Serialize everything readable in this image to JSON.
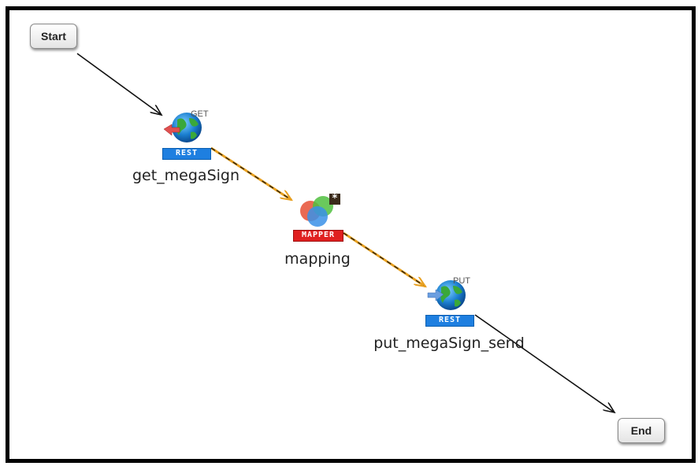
{
  "diagram": {
    "start": {
      "label": "Start"
    },
    "end": {
      "label": "End"
    },
    "nodes": [
      {
        "id": "get_megaSign",
        "label": "get_megaSign",
        "type_badge": "REST",
        "method": "GET",
        "icon": "globe-icon",
        "badge_color": "#1e7fe0"
      },
      {
        "id": "mapping",
        "label": "mapping",
        "type_badge": "MAPPER",
        "method": "*",
        "icon": "mapper-circles-icon",
        "badge_color": "#e02020"
      },
      {
        "id": "put_megaSign_send",
        "label": "put_megaSign_send",
        "type_badge": "REST",
        "method": "PUT",
        "icon": "globe-icon",
        "badge_color": "#1e7fe0"
      }
    ],
    "edges": [
      {
        "from": "Start",
        "to": "get_megaSign",
        "style": "solid-black"
      },
      {
        "from": "get_megaSign",
        "to": "mapping",
        "style": "dashed-orange"
      },
      {
        "from": "mapping",
        "to": "put_megaSign_send",
        "style": "dashed-orange"
      },
      {
        "from": "put_megaSign_send",
        "to": "End",
        "style": "solid-black"
      }
    ],
    "colors": {
      "data_flow": "#e8a020",
      "control_flow": "#111111",
      "frame": "#000000"
    }
  }
}
